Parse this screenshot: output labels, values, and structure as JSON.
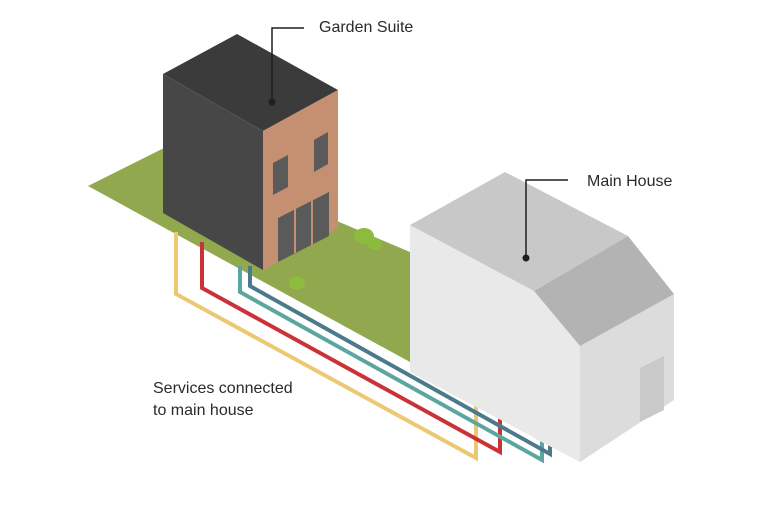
{
  "labels": {
    "garden_suite": "Garden Suite",
    "main_house": "Main House",
    "services_line1": "Services connected",
    "services_line2": "to main house"
  },
  "colors": {
    "lawn": "#92a84f",
    "suite_roof": "#3b3b3b",
    "suite_dark_wall": "#474747",
    "suite_brick_wall": "#c58f72",
    "window": "#5a5a5a",
    "bush": "#8dbb3c",
    "house_roof_left": "#c8c8c8",
    "house_roof_right": "#b3b3b3",
    "house_front_wall": "#e9e9e9",
    "house_side_wall": "#dcdcdc",
    "house_door": "#c9c9c9",
    "pipe_yellow": "#ecc873",
    "pipe_red": "#cb3237",
    "pipe_teal": "#5ba7a0",
    "pipe_blue": "#4b7a8c",
    "leader_line": "#1f1f1f"
  }
}
